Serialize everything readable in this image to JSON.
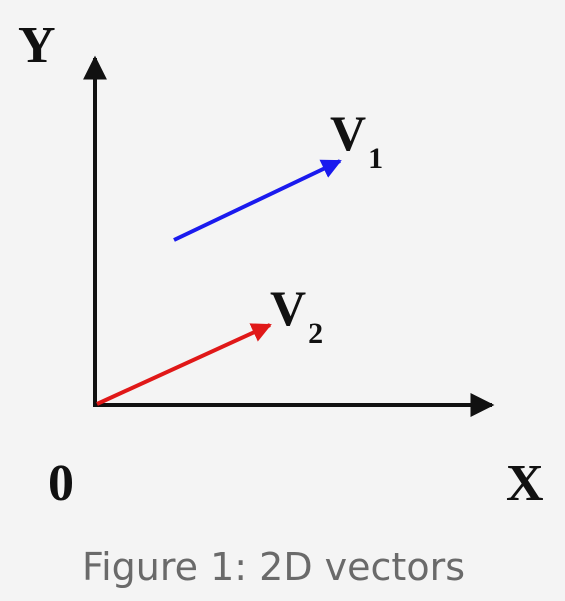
{
  "diagram": {
    "axes": {
      "y_label": "Y",
      "x_label": "X",
      "origin_label": "0",
      "color": "#111111"
    },
    "vectors": [
      {
        "id": "v1",
        "label": "V",
        "subscript": "1",
        "color": "#1a1aee"
      },
      {
        "id": "v2",
        "label": "V",
        "subscript": "2",
        "color": "#e01818"
      }
    ],
    "caption": "Figure 1: 2D vectors"
  }
}
